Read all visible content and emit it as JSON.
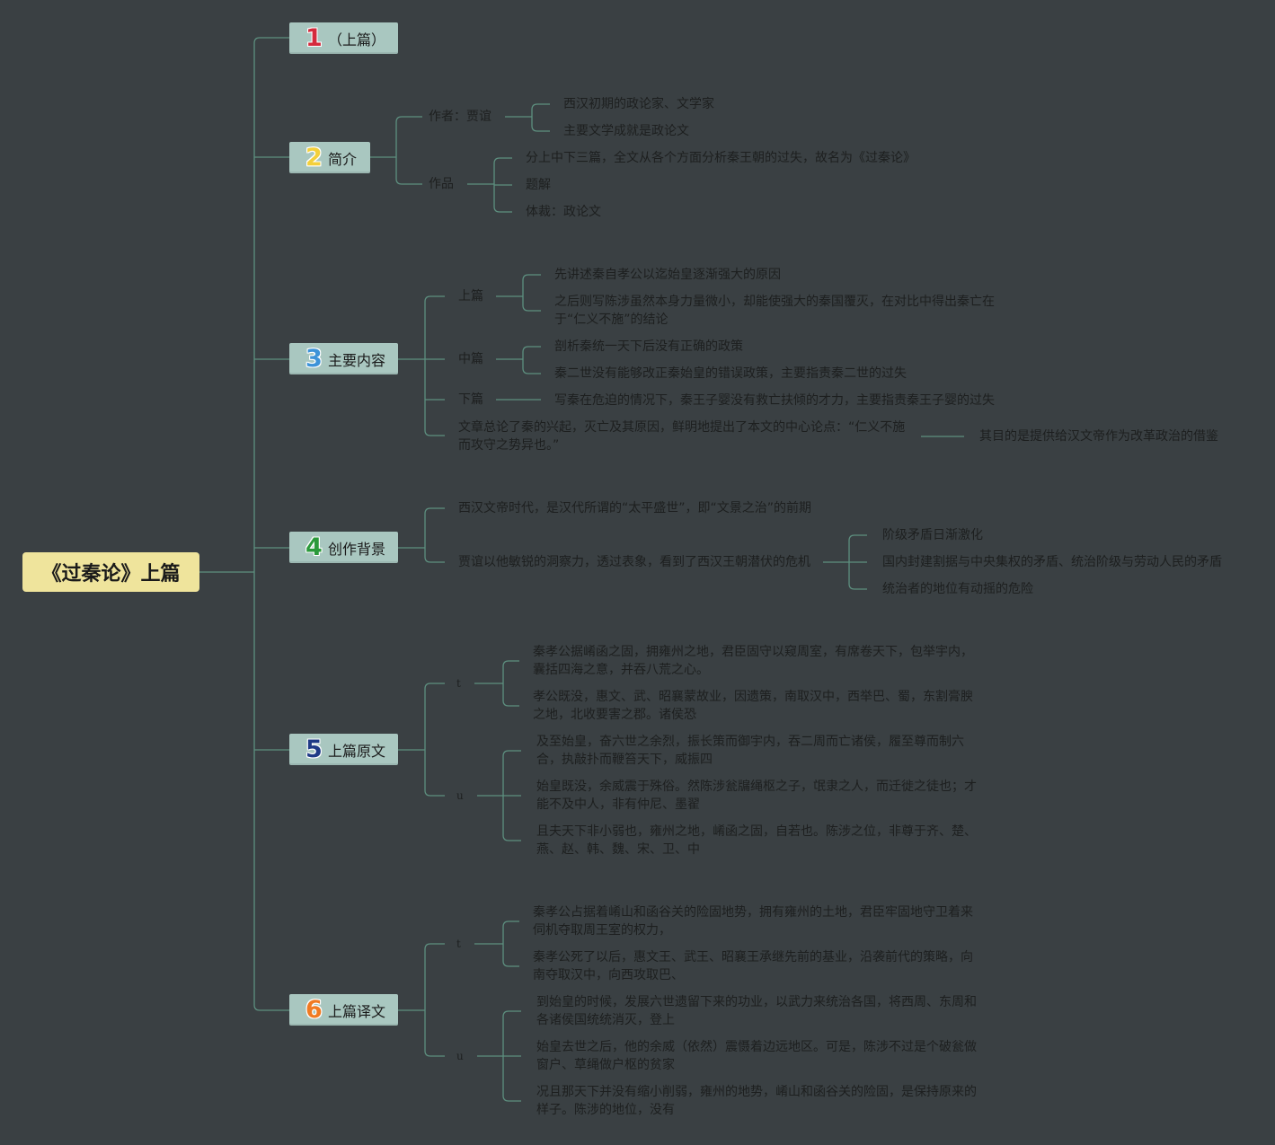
{
  "theme": {
    "background": "#3a4043",
    "line": "#5d8f7f",
    "text": "#1d1f1f",
    "root_fill": "#efe49c",
    "branch_fill": "#a9c7c0"
  },
  "root": {
    "label": "《过秦论》上篇"
  },
  "branches": [
    {
      "number": "1",
      "number_color": "#d42a3c",
      "label": "（上篇）"
    },
    {
      "number": "2",
      "number_color": "#f3d03c",
      "label": "简介",
      "children": [
        {
          "label": "作者：贾谊",
          "children": [
            {
              "lines": [
                "西汉初期的政论家、文学家"
              ]
            },
            {
              "lines": [
                "主要文学成就是政论文"
              ]
            }
          ]
        },
        {
          "label": "作品",
          "children": [
            {
              "lines": [
                "分上中下三篇，全文从各个方面分析秦王朝的过失，故名为《过秦论》"
              ]
            },
            {
              "lines": [
                "题解"
              ]
            },
            {
              "lines": [
                "体裁：政论文"
              ]
            }
          ]
        }
      ]
    },
    {
      "number": "3",
      "number_color": "#3d93d8",
      "label": "主要内容",
      "children": [
        {
          "label": "上篇",
          "children": [
            {
              "lines": [
                "先讲述秦自孝公以迄始皇逐渐强大的原因"
              ]
            },
            {
              "lines": [
                "之后则写陈涉虽然本身力量微小，却能使强大的秦国覆灭，在对比中得出秦亡在",
                "于“仁义不施”的结论"
              ]
            }
          ]
        },
        {
          "label": "中篇",
          "children": [
            {
              "lines": [
                "剖析秦统一天下后没有正确的政策"
              ]
            },
            {
              "lines": [
                "秦二世没有能够改正秦始皇的错误政策，主要指责秦二世的过失"
              ]
            }
          ]
        },
        {
          "label": "下篇",
          "children": [
            {
              "lines": [
                "写秦在危迫的情况下，秦王子婴没有救亡扶倾的才力，主要指责秦王子婴的过失"
              ]
            }
          ]
        },
        {
          "lines": [
            "文章总论了秦的兴起，灭亡及其原因，鲜明地提出了本文的中心论点：“仁义不施",
            "而攻守之势异也。”"
          ],
          "children": [
            {
              "lines": [
                "其目的是提供给汉文帝作为改革政治的借鉴"
              ]
            }
          ]
        }
      ]
    },
    {
      "number": "4",
      "number_color": "#2b9a3b",
      "label": "创作背景",
      "children": [
        {
          "lines": [
            "西汉文帝时代，是汉代所谓的“太平盛世”，即“文景之治”的前期"
          ]
        },
        {
          "lines": [
            "贾谊以他敏锐的洞察力，透过表象，看到了西汉王朝潜伏的危机"
          ],
          "children": [
            {
              "lines": [
                "阶级矛盾日渐激化"
              ]
            },
            {
              "lines": [
                "国内封建割据与中央集权的矛盾、统治阶级与劳动人民的矛盾"
              ]
            },
            {
              "lines": [
                "统治者的地位有动摇的危险"
              ]
            }
          ]
        }
      ]
    },
    {
      "number": "5",
      "number_color": "#1f3a86",
      "label": "上篇原文",
      "children": [
        {
          "label": "t",
          "children": [
            {
              "lines": [
                "秦孝公据崤函之固，拥雍州之地，君臣固守以窥周室，有席卷天下，包举宇内，",
                "囊括四海之意，并吞八荒之心。"
              ]
            },
            {
              "lines": [
                "孝公既没，惠文、武、昭襄蒙故业，因遗策，南取汉中，西举巴、蜀，东割膏腴",
                "之地，北收要害之郡。诸侯恐"
              ]
            }
          ]
        },
        {
          "label": "u",
          "children": [
            {
              "lines": [
                "及至始皇，奋六世之余烈，振长策而御宇内，吞二周而亡诸侯，履至尊而制六",
                "合，执敲扑而鞭笞天下，威振四"
              ]
            },
            {
              "lines": [
                "始皇既没，余威震于殊俗。然陈涉瓮牖绳枢之子，氓隶之人，而迁徙之徒也；才",
                "能不及中人，非有仲尼、墨翟"
              ]
            },
            {
              "lines": [
                "且夫天下非小弱也，雍州之地，崤函之固，自若也。陈涉之位，非尊于齐、楚、",
                "燕、赵、韩、魏、宋、卫、中"
              ]
            }
          ]
        }
      ]
    },
    {
      "number": "6",
      "number_color": "#f07a22",
      "label": "上篇译文",
      "children": [
        {
          "label": "t",
          "children": [
            {
              "lines": [
                "秦孝公占据着崤山和函谷关的险固地势，拥有雍州的土地，君臣牢固地守卫着来",
                "伺机夺取周王室的权力，"
              ]
            },
            {
              "lines": [
                "秦孝公死了以后，惠文王、武王、昭襄王承继先前的基业，沿袭前代的策略，向",
                "南夺取汉中，向西攻取巴、"
              ]
            }
          ]
        },
        {
          "label": "u",
          "children": [
            {
              "lines": [
                "到始皇的时候，发展六世遗留下来的功业，以武力来统治各国，将西周、东周和",
                "各诸侯国统统消灭，登上"
              ]
            },
            {
              "lines": [
                "始皇去世之后，他的余威（依然）震慑着边远地区。可是，陈涉不过是个破瓮做",
                "窗户、草绳做户枢的贫家"
              ]
            },
            {
              "lines": [
                "况且那天下并没有缩小削弱，雍州的地势，崤山和函谷关的险固，是保持原来的",
                "样子。陈涉的地位，没有"
              ]
            }
          ]
        }
      ]
    }
  ]
}
